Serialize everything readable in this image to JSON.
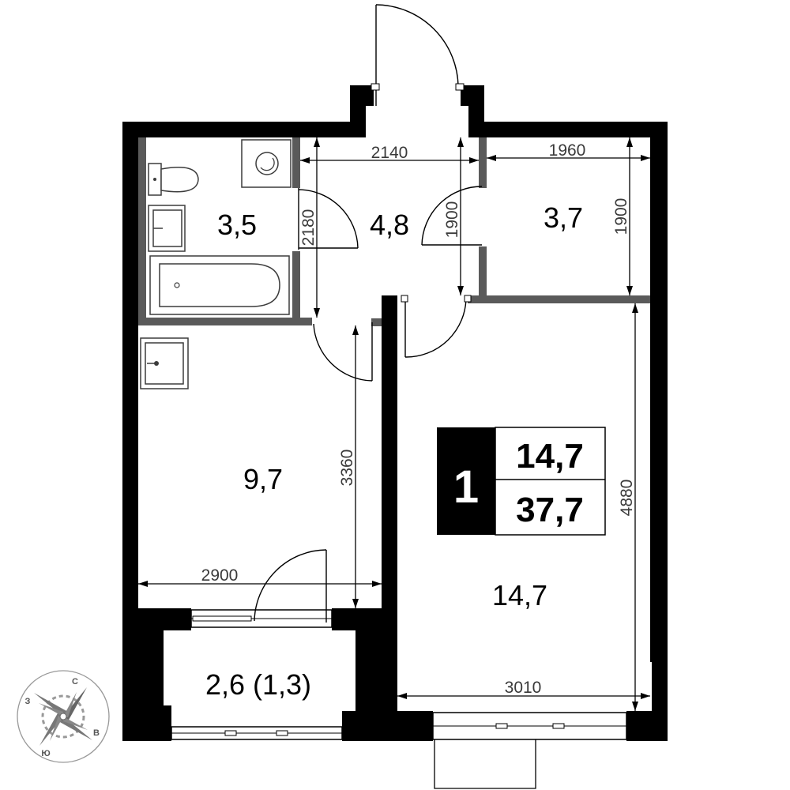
{
  "rooms": {
    "bathroom": "3,5",
    "hall": "4,8",
    "storage": "3,7",
    "kitchen": "9,7",
    "living": "14,7",
    "balcony": "2,6 (1,3)"
  },
  "dimensions": {
    "hall_width": "2140",
    "storage_width": "1960",
    "bath_height": "2180",
    "hall_height": "1900",
    "storage_height": "1900",
    "kitchen_height": "3360",
    "kitchen_width": "2900",
    "living_height": "4880",
    "living_width": "3010"
  },
  "badge": {
    "rooms_count": "1",
    "living_area": "14,7",
    "total_area": "37,7"
  },
  "compass": {
    "north": "С",
    "south": "Ю",
    "east": "В",
    "west": "З"
  },
  "colors": {
    "wall": "#000000",
    "partition": "#5a5a5a"
  }
}
